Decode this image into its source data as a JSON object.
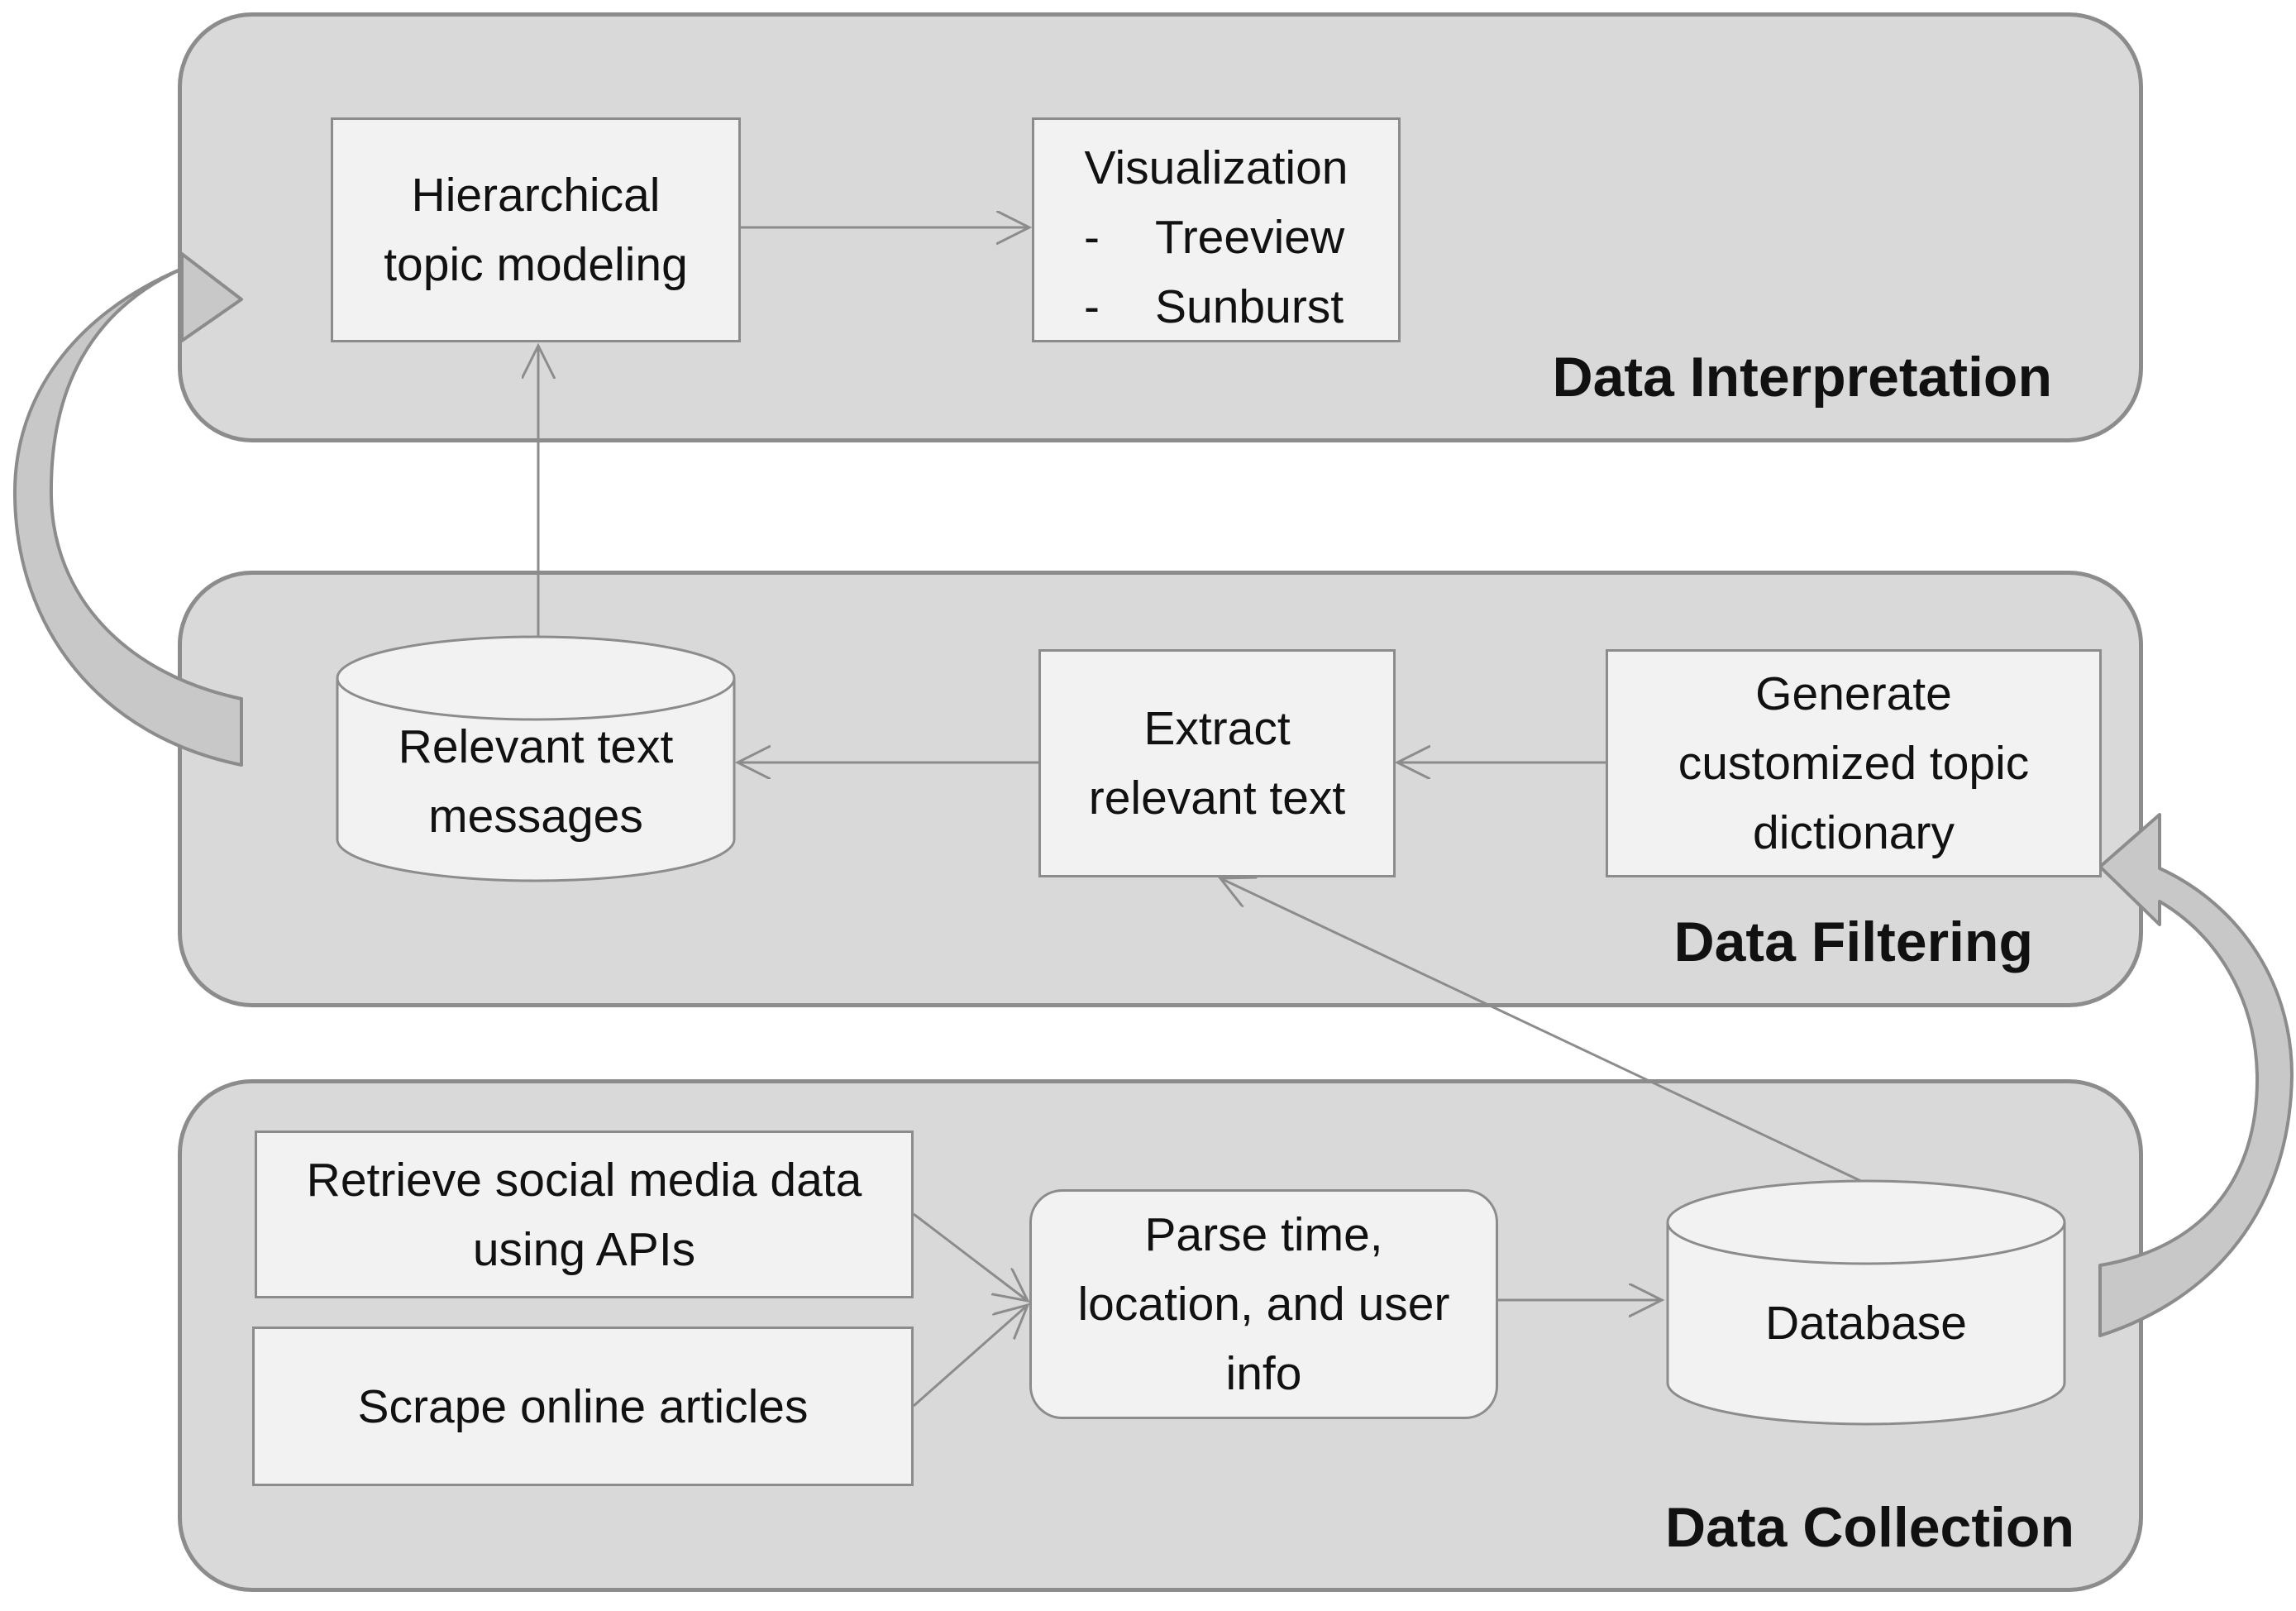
{
  "panels": {
    "interpretation": {
      "title": "Data Interpretation"
    },
    "filtering": {
      "title": "Data Filtering"
    },
    "collection": {
      "title": "Data Collection"
    }
  },
  "nodes": {
    "hierarchical": {
      "lines": [
        "Hierarchical",
        "topic modeling"
      ]
    },
    "visualization": {
      "title": "Visualization",
      "items": [
        "-\tTreeview",
        "-\tSunburst"
      ]
    },
    "relevant_messages": {
      "lines": [
        "Relevant text",
        "messages"
      ]
    },
    "extract": {
      "lines": [
        "Extract",
        "relevant text"
      ]
    },
    "generate_dictionary": {
      "lines": [
        "Generate",
        "customized topic",
        "dictionary"
      ]
    },
    "retrieve": {
      "lines": [
        "Retrieve social media data",
        "using APIs"
      ]
    },
    "scrape": {
      "lines": [
        "Scrape online articles"
      ]
    },
    "parse": {
      "lines": [
        "Parse time,",
        "location, and user",
        "info"
      ]
    },
    "database": {
      "lines": [
        "Database"
      ]
    }
  },
  "colors": {
    "panel_fill": "#d9d9d9",
    "panel_border": "#8c8c8c",
    "box_fill": "#f2f2f2",
    "connector": "#8c8c8c",
    "big_arrow_fill": "#c8c8c8"
  }
}
